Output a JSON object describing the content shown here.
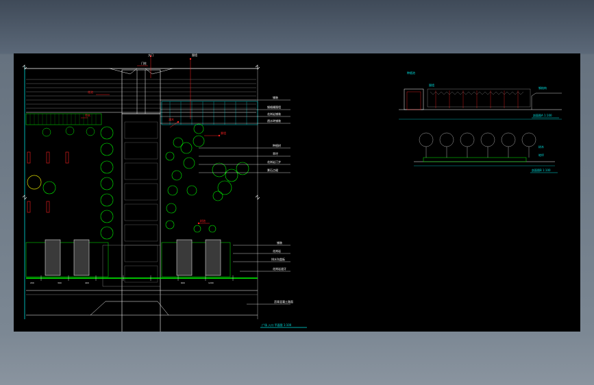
{
  "drawing": {
    "plan_title": "广场 入口 平面图 1:100",
    "section_title_1": "剖面图A 1:100",
    "section_title_2": "剖面图B 1:100",
    "plan_right_labels": [
      "铺装",
      "钢格栅围墙",
      "花岗岩铺装",
      "透水砖铺装",
      "种植树",
      "草坪",
      "花岗岩汀步",
      "景石点缀",
      "铺装",
      "花岗岩",
      "排水沟盖板",
      "花岗岩道牙",
      "沥青混凝土路面"
    ],
    "plan_top_labels": [
      "大门",
      "围墙",
      "门柱"
    ],
    "plan_red_labels": [
      "花池",
      "乔木",
      "景墙",
      "树池",
      "灌木"
    ],
    "section_labels": [
      "钢结构",
      "围墙",
      "种植池",
      "树木",
      "地坪"
    ],
    "dimension_values": [
      "200",
      "300",
      "400",
      "600",
      "1200"
    ],
    "colors": {
      "canvas": "#000000",
      "cyan": "#00e0e0",
      "green": "#00d000",
      "bright_green": "#00ff00",
      "red": "#ff2020",
      "white": "#ffffff",
      "gray": "#9a9a9a",
      "yellow": "#e0e000"
    }
  }
}
